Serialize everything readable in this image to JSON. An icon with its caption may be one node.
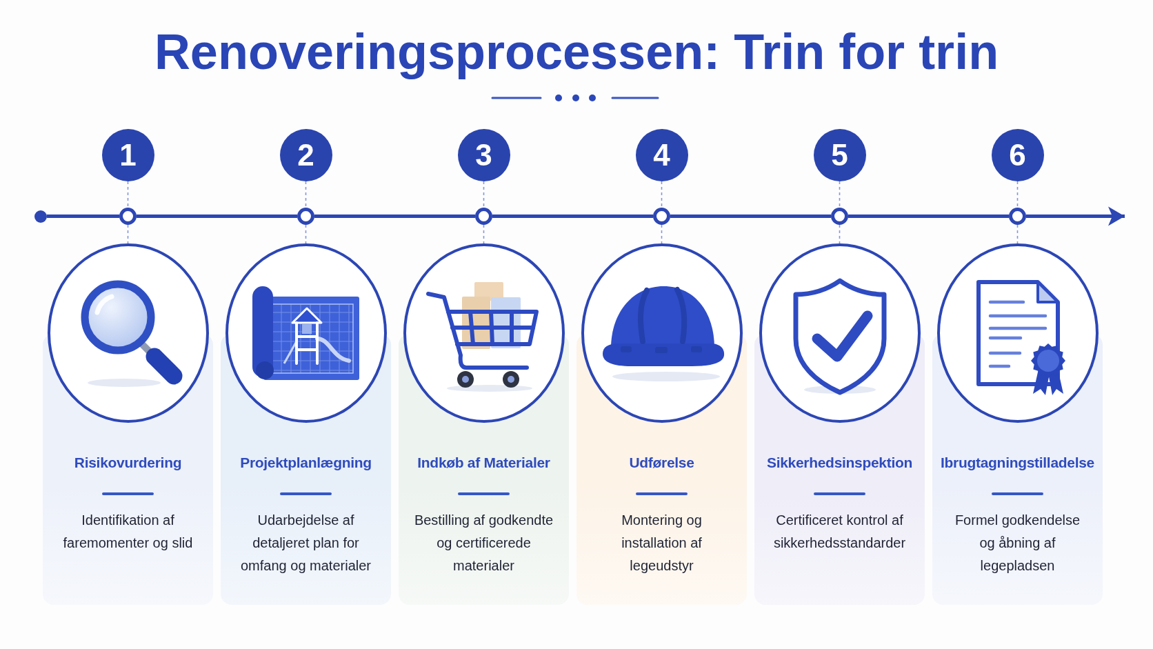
{
  "diagram": {
    "title": "Renoveringsprocessen: Trin for trin",
    "nodes": [
      {
        "text": [],
        "shape": "circle"
      },
      {
        "text": [
          "1"
        ]
      },
      {
        "text": [],
        "shape": "circle"
      },
      {
        "text": [],
        "shape": "picture"
      },
      {
        "text": [
          "Risikovurdering",
          "Identifikation af faremomenter og slid"
        ]
      },
      {
        "text": [
          "2"
        ]
      },
      {
        "text": [],
        "shape": "circle"
      },
      {
        "text": [],
        "shape": "picture"
      },
      {
        "text": [
          "Projektplanlægning",
          "Udarbejdelse af detaljeret plan for omfang og materialer"
        ]
      },
      {
        "text": [
          "3"
        ]
      },
      {
        "text": [],
        "shape": "circle"
      },
      {
        "text": [],
        "shape": "picture"
      },
      {
        "text": [
          "Indkøb af Materialer",
          "Bestilling af godkendte og certificerede materialer"
        ]
      },
      {
        "text": [
          "4"
        ]
      },
      {
        "text": [],
        "shape": "circle"
      },
      {
        "text": [],
        "shape": "picture"
      },
      {
        "text": [
          "Udførelse",
          "Montering og installation af legeudstyr"
        ]
      },
      {
        "text": [
          "5"
        ]
      },
      {
        "text": [],
        "shape": "circle"
      },
      {
        "text": [],
        "shape": "picture"
      },
      {
        "text": [
          "Sikkerhedsinspektion",
          "Certificeret kontrol af sikkerhedsstandarder"
        ]
      },
      {
        "text": [
          "6"
        ]
      },
      {
        "text": [],
        "shape": "circle"
      },
      {
        "text": [],
        "shape": "picture"
      },
      {
        "text": [
          "Ibrugtagningstilladelse",
          "Formel godkendelse og åbning af legepladsen"
        ]
      }
    ],
    "edges": [
      {
        "from": 0,
        "to": 2,
        "arrow": "none",
        "style": "thick",
        "color": "#2c46b4"
      },
      {
        "from": 2,
        "to": 6,
        "arrow": "none",
        "style": "thick",
        "color": "#2c46b4"
      },
      {
        "from": 6,
        "to": 10,
        "arrow": "none",
        "style": "thick",
        "color": "#2c46b4"
      },
      {
        "from": 10,
        "to": 14,
        "arrow": "none",
        "style": "thick",
        "color": "#2c46b4"
      },
      {
        "from": 14,
        "to": 18,
        "arrow": "none",
        "style": "thick",
        "color": "#2c46b4"
      },
      {
        "from": 18,
        "to": 22,
        "arrow": "none",
        "style": "thick",
        "color": "#2c46b4"
      },
      {
        "from": 22,
        "to": null,
        "arrow": "to",
        "style": "thick",
        "color": "#2c46b4"
      },
      {
        "from": 1,
        "to": 2,
        "arrow": "none",
        "style": "dashed"
      },
      {
        "from": 2,
        "to": 3,
        "arrow": "none",
        "style": "dashed"
      },
      {
        "from": 5,
        "to": 6,
        "arrow": "none",
        "style": "dashed"
      },
      {
        "from": 6,
        "to": 7,
        "arrow": "none",
        "style": "dashed"
      },
      {
        "from": 9,
        "to": 10,
        "arrow": "none",
        "style": "dashed"
      },
      {
        "from": 10,
        "to": 11,
        "arrow": "none",
        "style": "dashed"
      },
      {
        "from": 13,
        "to": 14,
        "arrow": "none",
        "style": "dashed"
      },
      {
        "from": 14,
        "to": 15,
        "arrow": "none",
        "style": "dashed"
      },
      {
        "from": 17,
        "to": 18,
        "arrow": "none",
        "style": "dashed"
      },
      {
        "from": 18,
        "to": 19,
        "arrow": "none",
        "style": "dashed"
      },
      {
        "from": 21,
        "to": 22,
        "arrow": "none",
        "style": "dashed"
      },
      {
        "from": 22,
        "to": 23,
        "arrow": "none",
        "style": "dashed"
      }
    ]
  }
}
